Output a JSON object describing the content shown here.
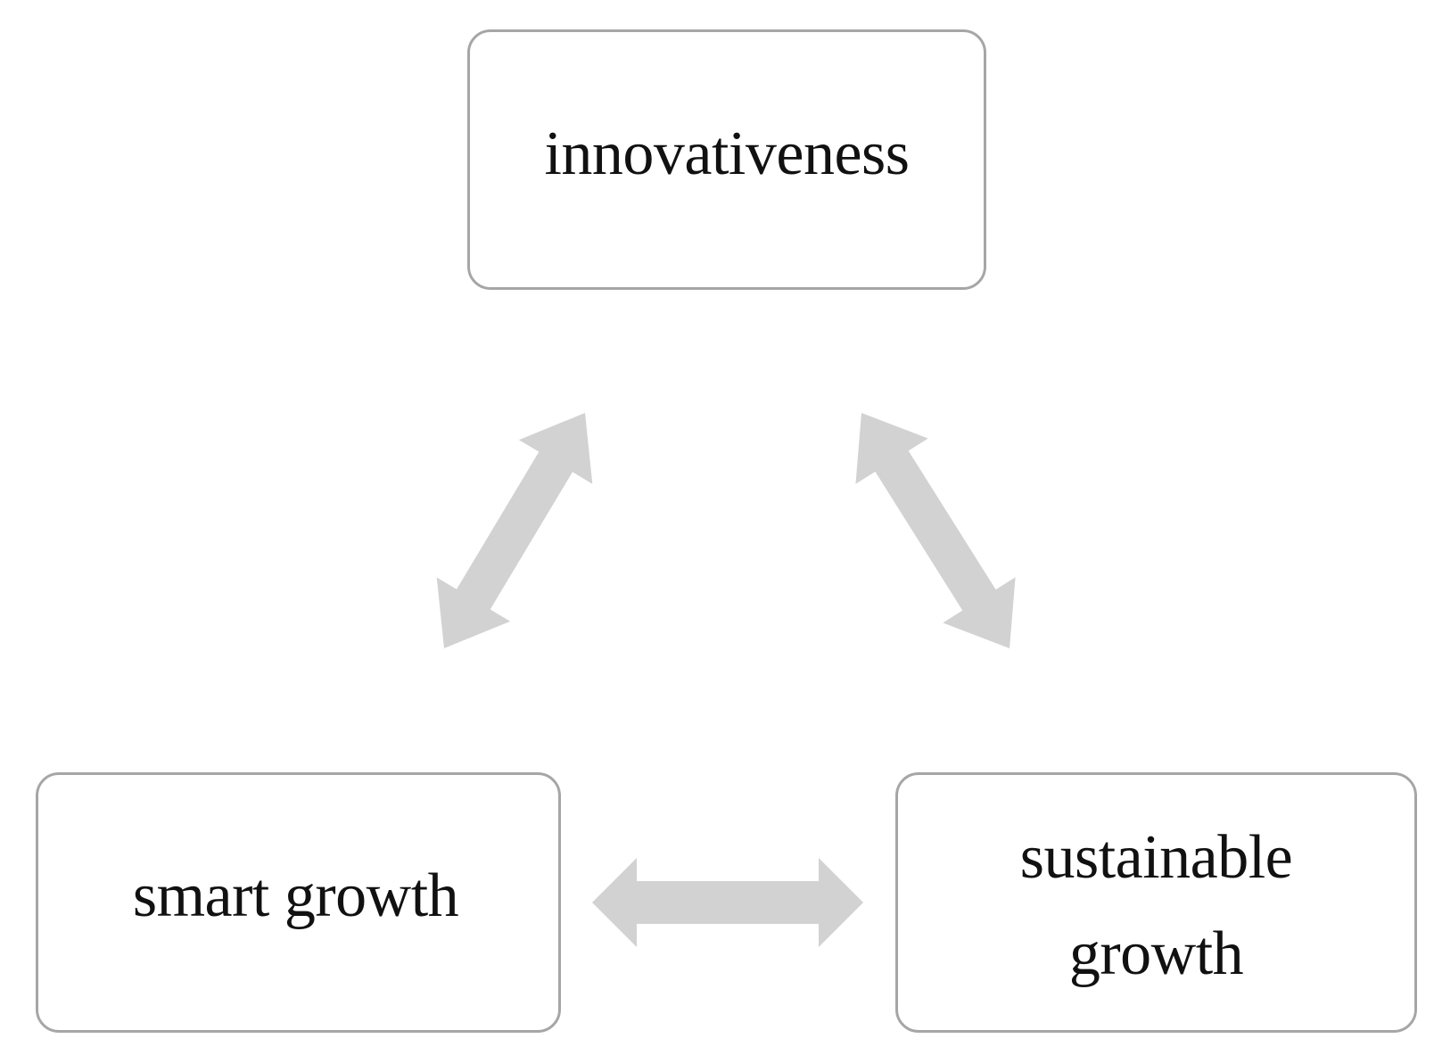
{
  "nodes": {
    "top": {
      "label": "innovativeness"
    },
    "left": {
      "label": "smart growth"
    },
    "right": {
      "label": "sustainable\ngrowth"
    }
  },
  "connectors": [
    {
      "from": "innovativeness",
      "to": "smart growth",
      "style": "double-headed"
    },
    {
      "from": "innovativeness",
      "to": "sustainable\ngrowth",
      "style": "double-headed"
    },
    {
      "from": "smart growth",
      "to": "sustainable\ngrowth",
      "style": "double-headed"
    }
  ],
  "colors": {
    "box_border": "#a6a6a6",
    "arrow_fill": "#d2d2d2",
    "text": "#111111",
    "background": "#ffffff"
  }
}
